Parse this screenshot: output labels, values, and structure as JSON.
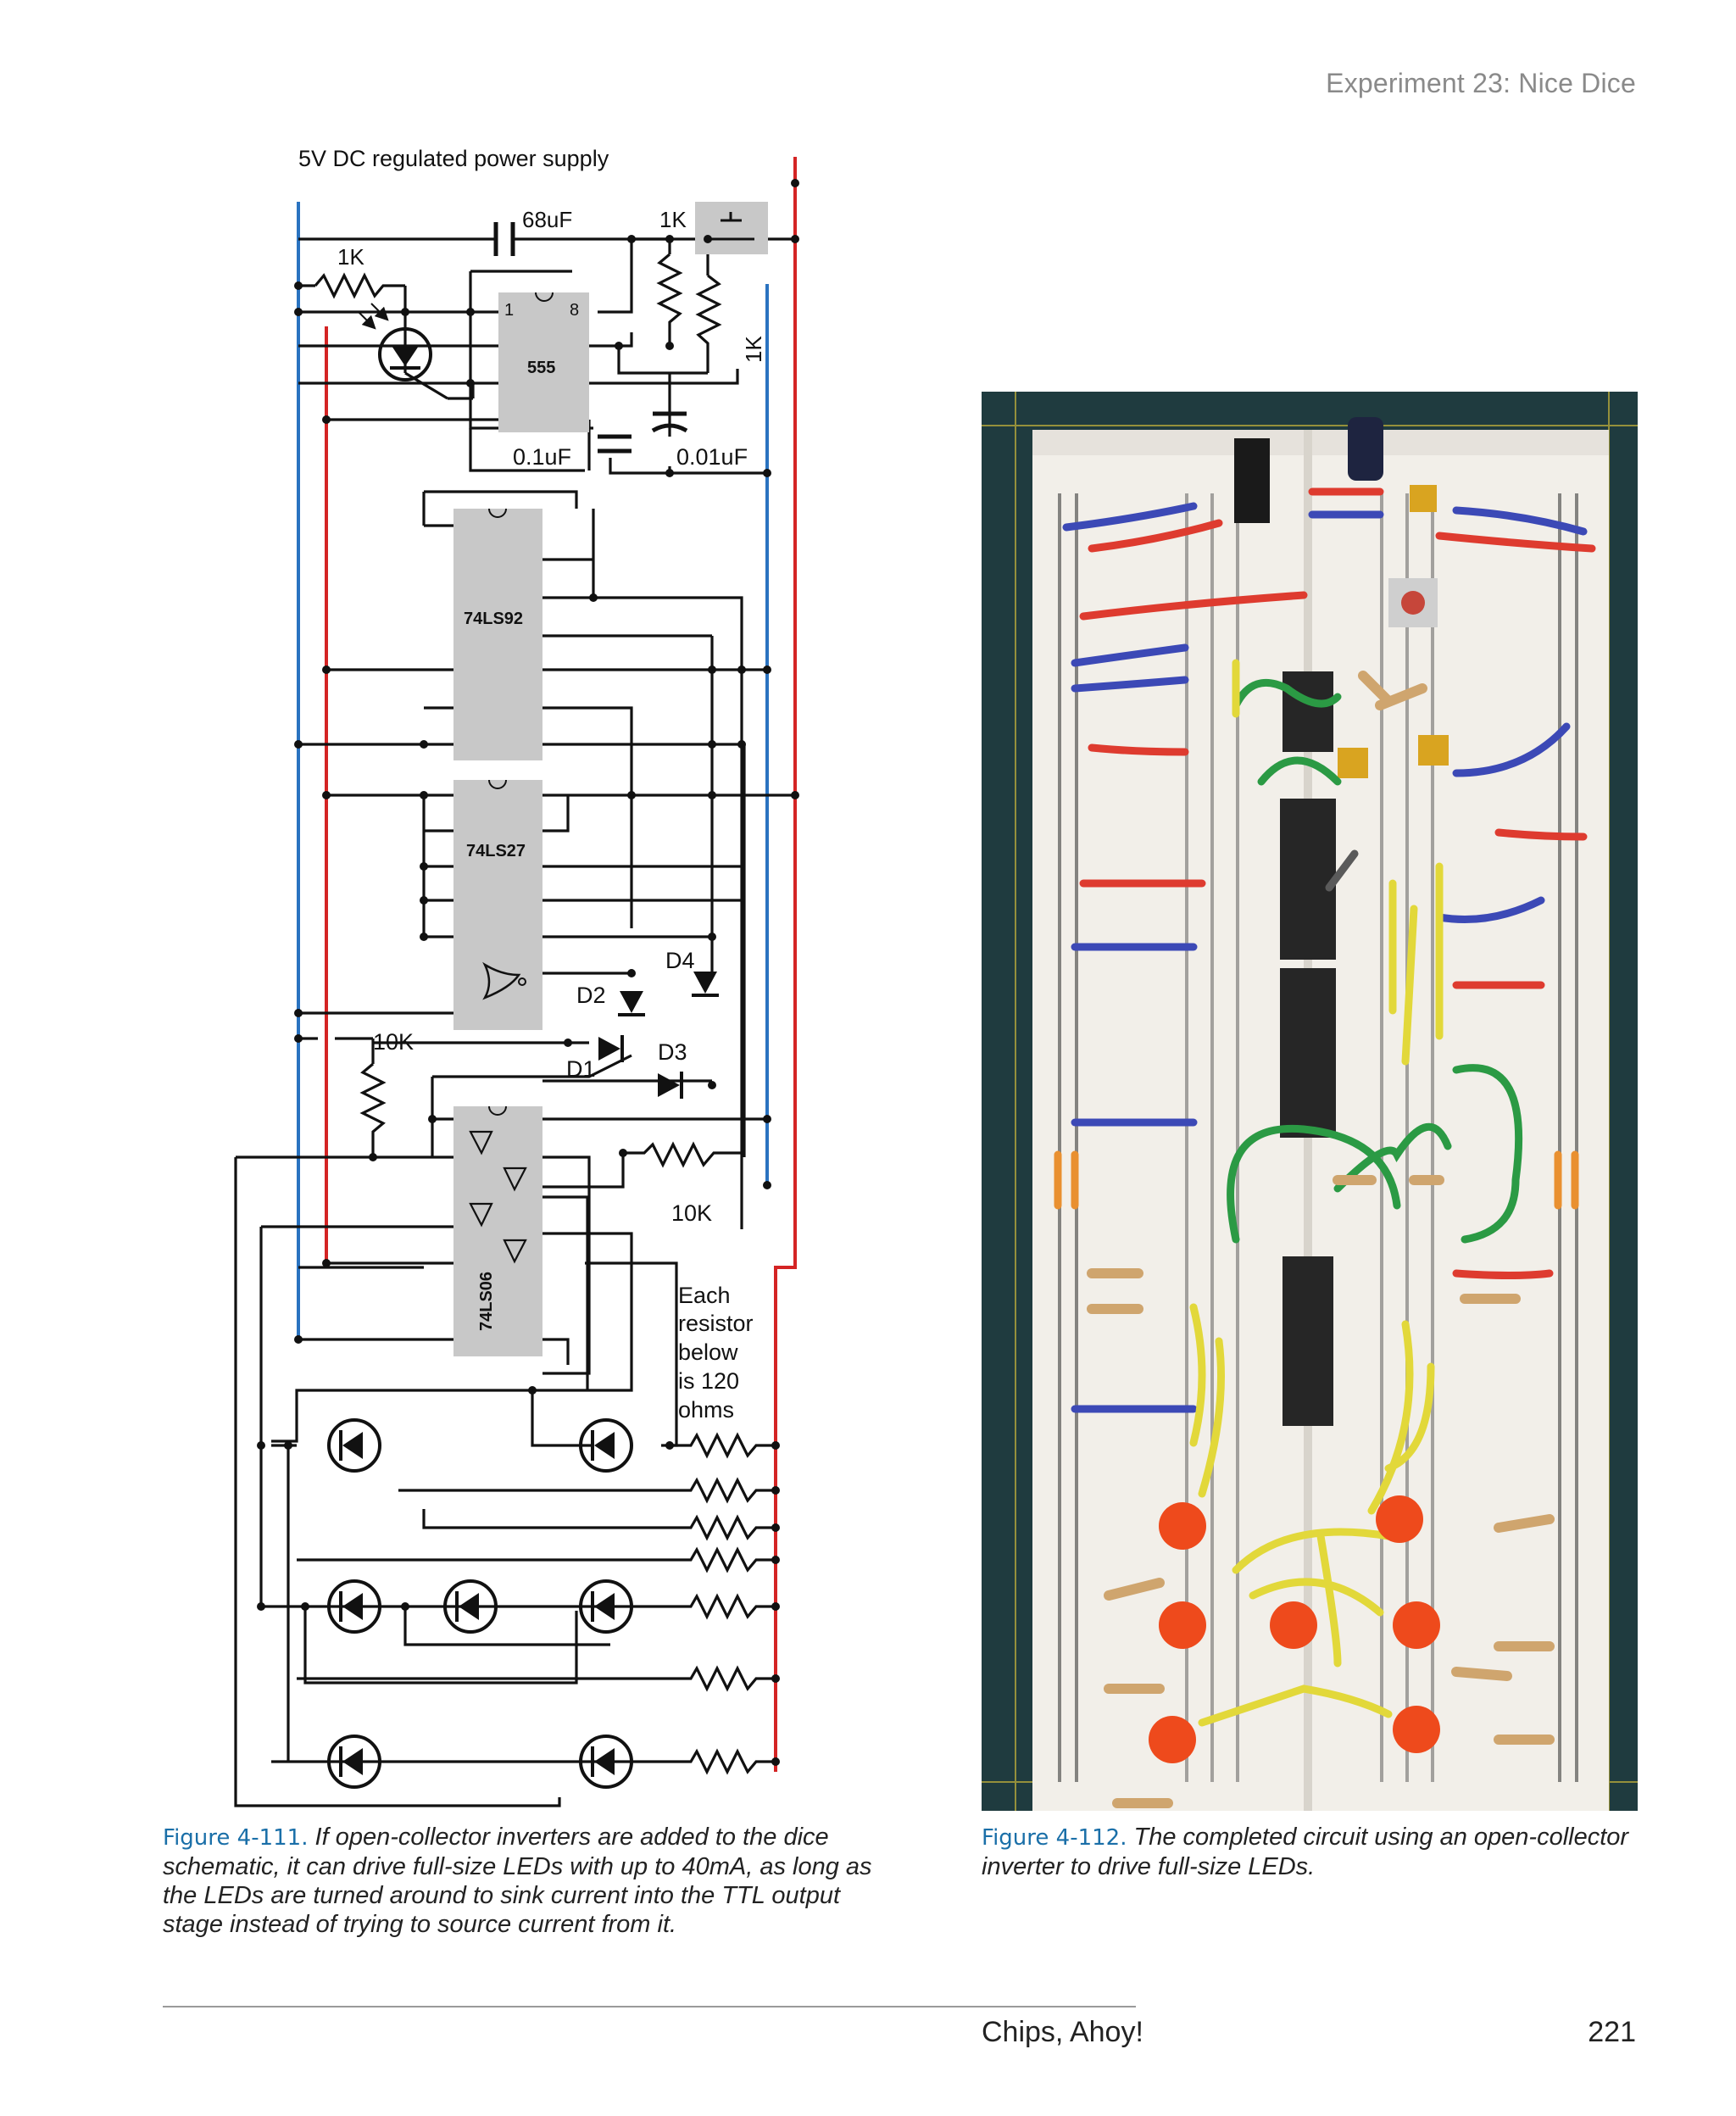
{
  "running_head": "Experiment 23: Nice Dice",
  "schematic": {
    "supply_label": "5V DC regulated power supply",
    "r_1k_a": "1K",
    "c_68uf": "68uF",
    "r_1k_b": "1K",
    "r_1k_c": "1K",
    "chip_555": "555",
    "pin1": "1",
    "pin8": "8",
    "c_01uf": "0.1uF",
    "c_001uf": "0.01uF",
    "chip_74ls92": "74LS92",
    "chip_74ls27": "74LS27",
    "chip_74ls06": "74LS06",
    "d1": "D1",
    "d2": "D2",
    "d3": "D3",
    "d4": "D4",
    "r_10k_a": "10K",
    "r_10k_b": "10K",
    "note_lines": [
      "Each",
      "resistor",
      "below",
      "is 120",
      "ohms"
    ]
  },
  "captions": {
    "left_fig": "Figure 4-111.",
    "left_text": "If open-collector inverters are added to the dice schematic, it can drive full-size LEDs with up to 40mA, as long as the LEDs are turned around to sink current into the TTL output stage instead of trying to source current from it.",
    "right_fig": "Figure 4-112.",
    "right_text": "The completed circuit using an open-collector inverter to drive full-size LEDs."
  },
  "footer": {
    "title": "Chips, Ahoy!",
    "page": "221"
  }
}
